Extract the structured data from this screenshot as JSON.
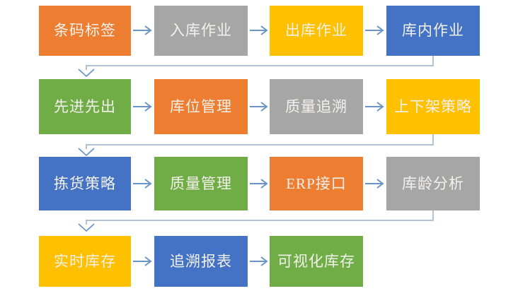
{
  "diagram": {
    "colors": {
      "arrow": "#6B94C6",
      "elbow": "#A6B7CF",
      "text": "#F2F1EC",
      "background": "#FFFFFF"
    },
    "rows": [
      {
        "boxes": [
          {
            "label": "条码标签",
            "color": "#ED7D31"
          },
          {
            "label": "入库作业",
            "color": "#A6A6A6"
          },
          {
            "label": "出库作业",
            "color": "#FFC000"
          },
          {
            "label": "库内作业",
            "color": "#4472C4"
          }
        ]
      },
      {
        "boxes": [
          {
            "label": "先进先出",
            "color": "#70AD47"
          },
          {
            "label": "库位管理",
            "color": "#ED7D31"
          },
          {
            "label": "质量追溯",
            "color": "#A6A6A6"
          },
          {
            "label": "上下架策略",
            "color": "#FFC000"
          }
        ]
      },
      {
        "boxes": [
          {
            "label": "拣货策略",
            "color": "#4472C4"
          },
          {
            "label": "质量管理",
            "color": "#70AD47"
          },
          {
            "label": "ERP接口",
            "color": "#ED7D31"
          },
          {
            "label": "库龄分析",
            "color": "#A6A6A6"
          }
        ]
      },
      {
        "boxes": [
          {
            "label": "实时库存",
            "color": "#FFC000"
          },
          {
            "label": "追溯报表",
            "color": "#4472C4"
          },
          {
            "label": "可视化库存",
            "color": "#70AD47"
          }
        ]
      }
    ]
  }
}
